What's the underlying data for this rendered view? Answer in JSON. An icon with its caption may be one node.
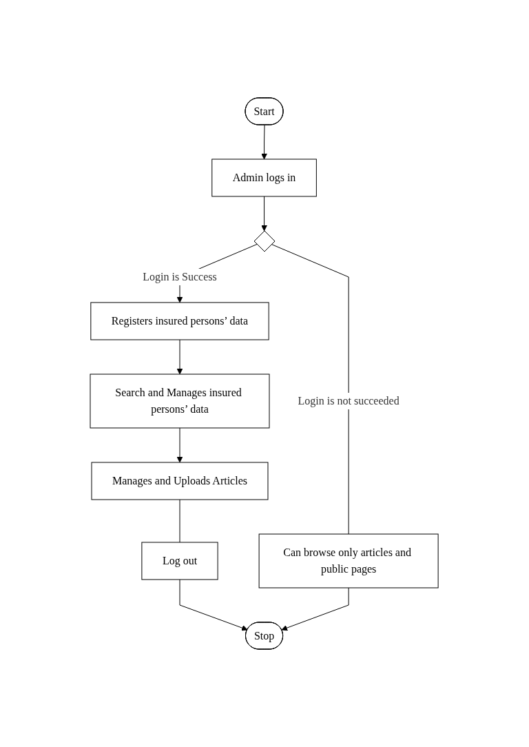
{
  "diagram": {
    "nodes": [
      {
        "text": [
          "Start"
        ]
      },
      {
        "text": [
          "Admin logs in"
        ]
      },
      {
        "text": [],
        "shape": "diamond"
      },
      {
        "text": [
          "Registers insured persons’ data"
        ]
      },
      {
        "text": [
          "Can browse only articles and public pages"
        ]
      },
      {
        "text": [
          "Search and Manages insured persons’ data"
        ]
      },
      {
        "text": [
          "Manages and Uploads Articles"
        ]
      },
      {
        "text": [
          "Log out"
        ]
      },
      {
        "text": [
          "Stop"
        ]
      }
    ],
    "edges": [
      {
        "from": 0,
        "to": 1,
        "arrow": "to"
      },
      {
        "from": 1,
        "to": 2,
        "arrow": "to"
      },
      {
        "from": 2,
        "to": 3,
        "arrow": "to",
        "label": "Login is Success"
      },
      {
        "from": 2,
        "to": 4,
        "arrow": "none",
        "label": "Login is not succeeded"
      },
      {
        "from": 3,
        "to": 5,
        "arrow": "to"
      },
      {
        "from": 5,
        "to": 6,
        "arrow": "to"
      },
      {
        "from": 6,
        "to": 7,
        "arrow": "none"
      },
      {
        "from": 7,
        "to": 8,
        "arrow": "to"
      },
      {
        "from": 4,
        "to": 8,
        "arrow": "to"
      }
    ]
  }
}
